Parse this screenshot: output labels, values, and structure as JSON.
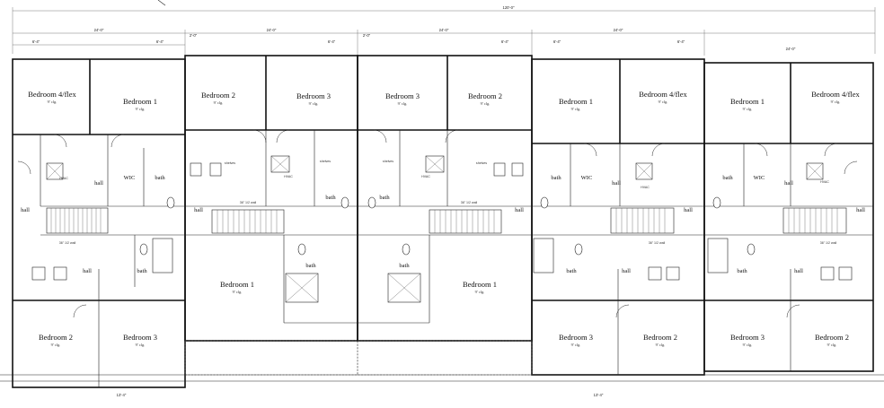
{
  "labels": {
    "bedroom1": "Bedroom 1",
    "bedroom2": "Bedroom 2",
    "bedroom3": "Bedroom 3",
    "bedroom4flex": "Bedroom 4/flex",
    "bath": "bath",
    "hall": "hall",
    "wic": "WIC",
    "hvac": "HVAC",
    "shelves": "shelves",
    "ceiling": "9' clg.",
    "half_wall": "36\" 1/2 wall"
  },
  "dimensions": {
    "overall": "120'-0\"",
    "unit_a": "24'-0\"",
    "unit_b": "24'-0\"",
    "unit_c": "24'-0\"",
    "unit_d": "24'-0\"",
    "unit_e": "24'-0\"",
    "seg_a": "6'-4\"",
    "seg_b": "6'-4\"",
    "seg_c": "13'-4\"",
    "seg_d": "2'-0\""
  },
  "colors": {
    "ink": "#111111",
    "paper": "#ffffff"
  }
}
